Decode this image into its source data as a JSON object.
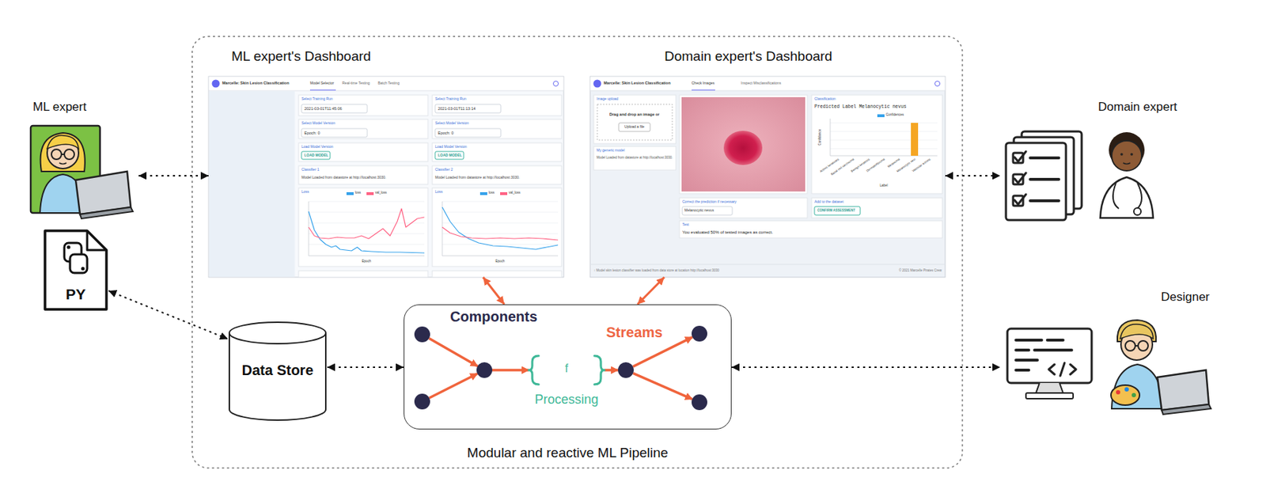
{
  "diagram": {
    "nodes": [
      {
        "text": [
          "ML expert"
        ]
      },
      {
        "text": [
          "ML expert's Dashboard"
        ]
      },
      {
        "text": [
          "Domain expert's Dashboard"
        ]
      },
      {
        "text": [
          "Domain expert"
        ]
      },
      {
        "text": [
          "PY"
        ]
      },
      {
        "text": [
          "Data Store"
        ]
      },
      {
        "text": [
          "Modular and reactive ML Pipeline"
        ]
      },
      {
        "text": [
          "Designer"
        ]
      }
    ],
    "edges": [
      {
        "from": 0,
        "to": 1,
        "arrow": "both"
      },
      {
        "from": 1,
        "to": 6,
        "arrow": "both"
      },
      {
        "from": 2,
        "to": 6,
        "arrow": "both"
      },
      {
        "from": 2,
        "to": 3,
        "arrow": "both"
      },
      {
        "from": 4,
        "to": 5,
        "arrow": "both"
      },
      {
        "from": 5,
        "to": 6,
        "arrow": "both"
      },
      {
        "from": 6,
        "to": 7,
        "arrow": "both"
      }
    ],
    "labels": [
      "Components",
      "Streams",
      "f",
      "Processing",
      "Marcelle: Skin Lesion Classification",
      "Model Selector",
      "Real-time Testing",
      "Batch Testing",
      "Select Training Run",
      "2021-03-01T11:45:06",
      "Select Training Run",
      "2021-03-01T11:13:14",
      "Select Model Version",
      "Epoch: 0",
      "Select Model Version",
      "Epoch: 0",
      "Load Model Version",
      "LOAD MODEL",
      "Load Model Version",
      "LOAD MODEL",
      "Classifier 1",
      "Model Loaded from datastore at http://localhost:3030.",
      "Classifier 2",
      "Model Loaded from datastore at http://localhost:3030.",
      "loss",
      "val_loss",
      "Epoch",
      "loss",
      "val_loss",
      "Epoch",
      "Loss",
      "Loss",
      "Marcelle: Skin Lesion Classification",
      "Check Images",
      "Inspect Misclassifications",
      "Image upload",
      "Drag and drop an image or",
      "Upload a file",
      "My generic model",
      "Model Loaded from datastore at http://localhost:3030.",
      "Classification",
      "Predicted Label Melanocytic nevus",
      "Confidences",
      "Confidence",
      "Actinic keratoses",
      "Basal cell carcinoma",
      "Benign keratosis",
      "Dermatofibroma",
      "Melanoma",
      "Melanocytic nevi",
      "Vascular lesions",
      "Label",
      "Correct the prediction if necessary",
      "Melanocytic nevus",
      "Add to the dataset",
      "CONFIRM ASSESSMENT",
      "Test",
      "You evaluated 50% of tested images as correct.",
      "↑ Model skin lesion classifier was loaded from data store at location http://localhost:3030",
      "© 2021 Marcelle Pirates Crew"
    ]
  }
}
